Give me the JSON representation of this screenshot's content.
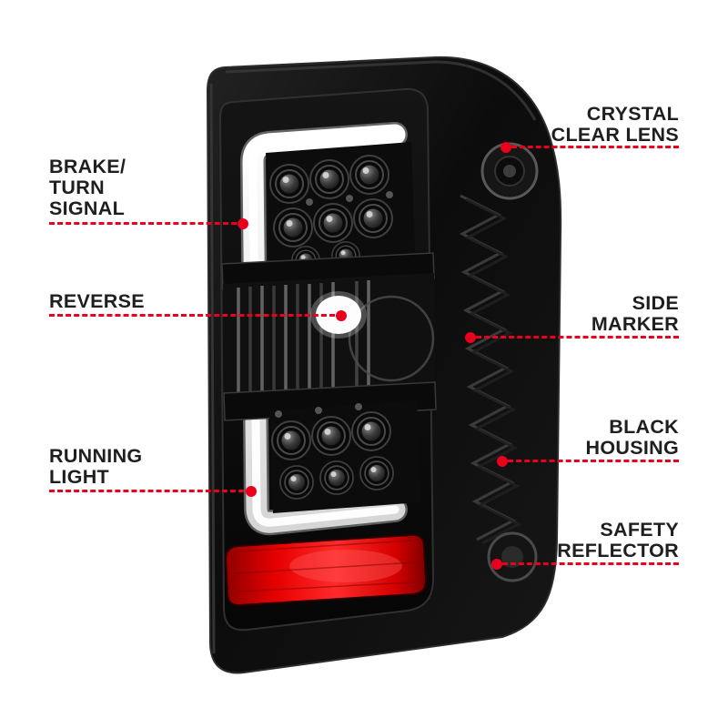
{
  "colors": {
    "accent": "#e8001c",
    "text": "#1f1f1f",
    "bg": "#ffffff"
  },
  "figure": {
    "subject": "led-tail-light-assembly"
  },
  "callouts": [
    {
      "id": "brake-turn-signal",
      "side": "left",
      "text": "BRAKE/\nTURN\nSIGNAL"
    },
    {
      "id": "reverse",
      "side": "left",
      "text": "REVERSE"
    },
    {
      "id": "running-light",
      "side": "left",
      "text": "RUNNING\nLIGHT"
    },
    {
      "id": "crystal-clear-lens",
      "side": "right",
      "text": "CRYSTAL\nCLEAR LENS"
    },
    {
      "id": "side-marker",
      "side": "right",
      "text": "SIDE\nMARKER"
    },
    {
      "id": "black-housing",
      "side": "right",
      "text": "BLACK\nHOUSING"
    },
    {
      "id": "safety-reflector",
      "side": "right",
      "text": "SAFETY\nREFLECTOR"
    }
  ]
}
